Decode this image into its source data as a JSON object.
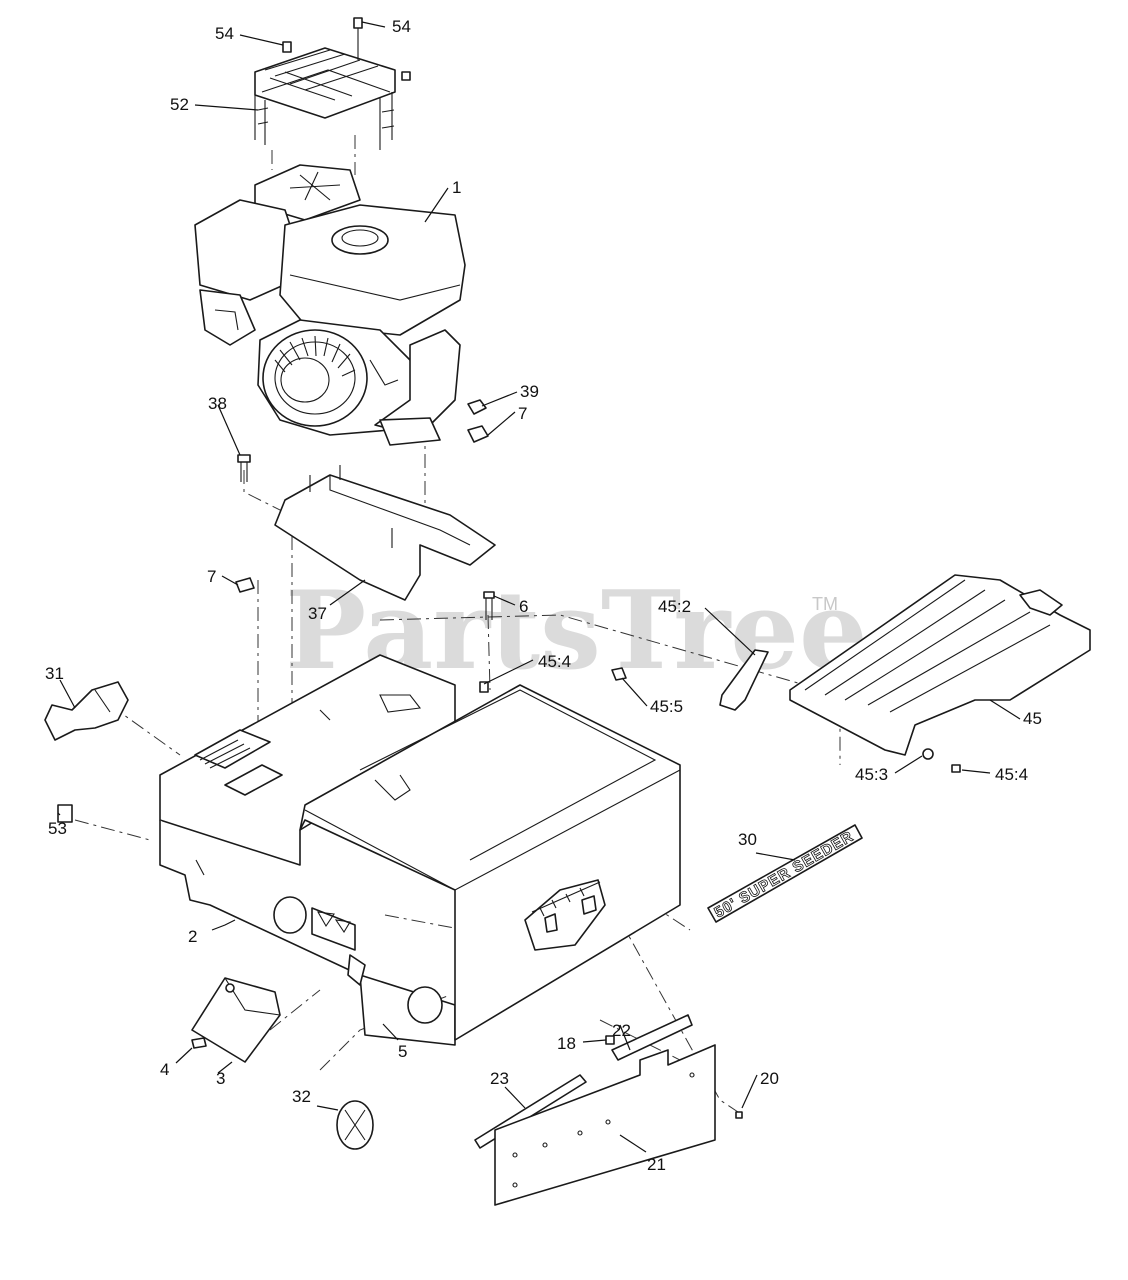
{
  "watermark": {
    "text": "PartsTree",
    "tm": "TM"
  },
  "decal_text": "50' SUPER SEEDER",
  "callouts": [
    "54",
    "54",
    "52",
    "1",
    "39",
    "38",
    "7",
    "7",
    "37",
    "6",
    "45:2",
    "45:4",
    "45:5",
    "31",
    "45",
    "45:3",
    "45:4",
    "53",
    "30",
    "2",
    "22",
    "18",
    "4",
    "3",
    "5",
    "20",
    "23",
    "32",
    "21"
  ]
}
